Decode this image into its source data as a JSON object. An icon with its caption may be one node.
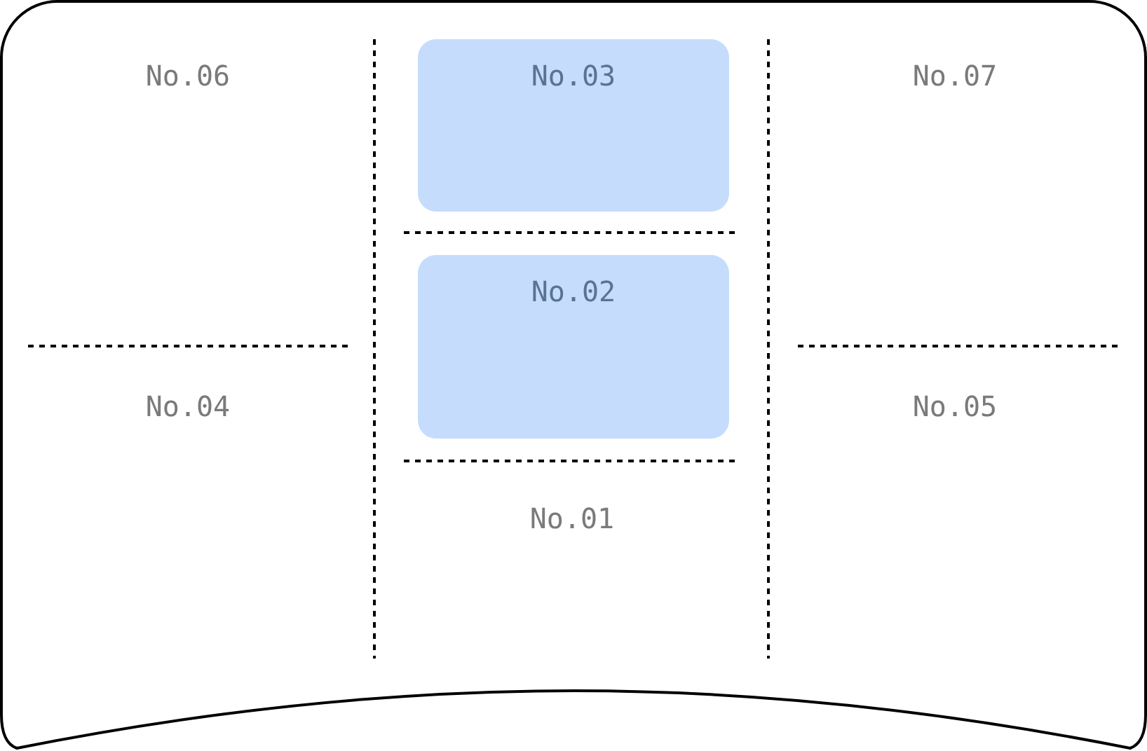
{
  "diagram": {
    "nodes": [
      {
        "text": [],
        "shape": "box"
      },
      {
        "text": [
          "No.03"
        ],
        "in": 0
      },
      {
        "text": [
          "No.02"
        ],
        "in": 0
      }
    ],
    "labels": [
      "No.06",
      "No.07",
      "No.04",
      "No.05",
      "No.01"
    ]
  }
}
